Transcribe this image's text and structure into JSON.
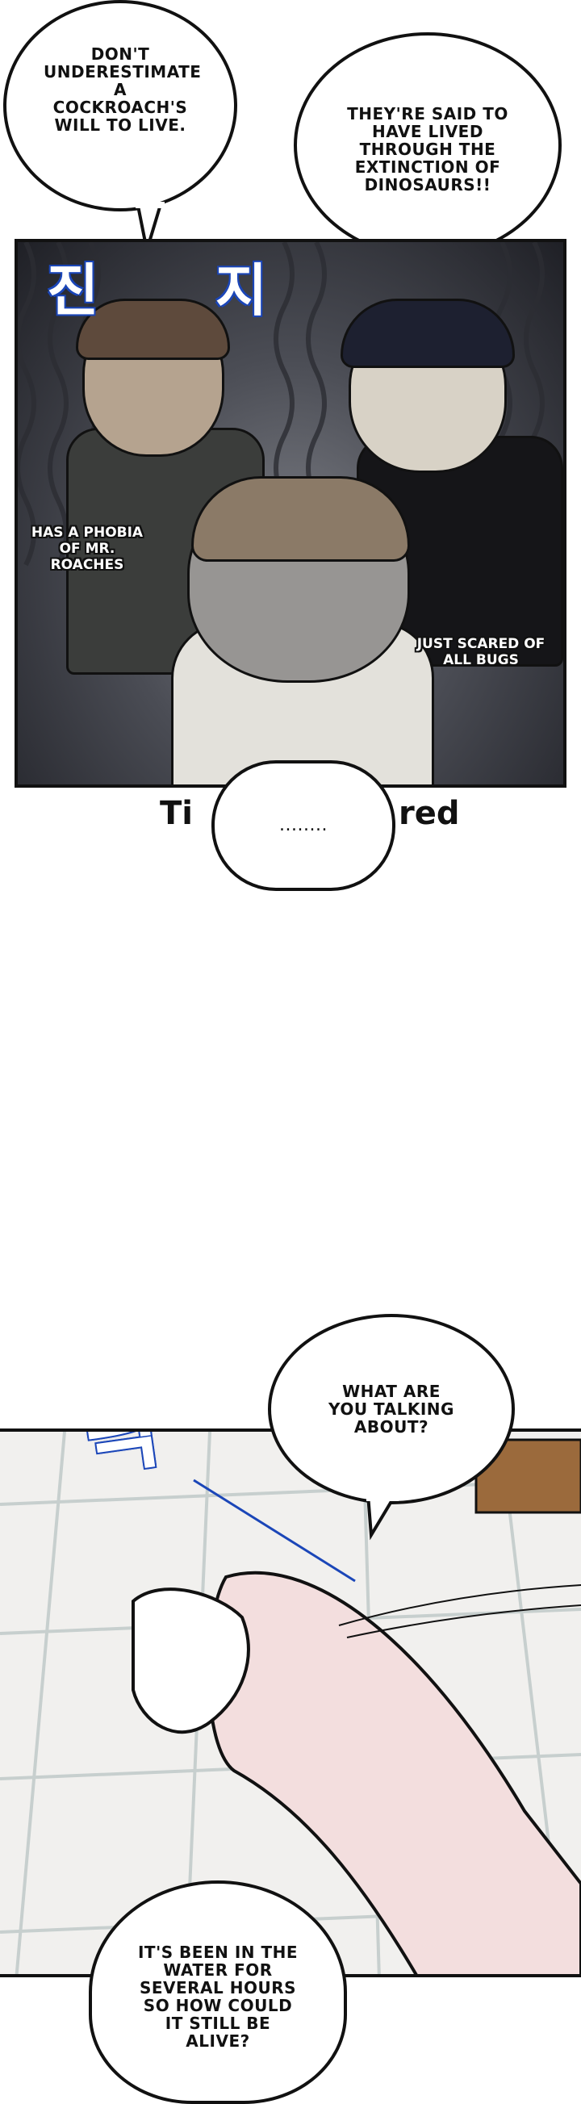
{
  "bubbles": {
    "b1": "DON'T UNDERESTIMATE A COCKROACH'S WILL TO LIVE.",
    "b2": "THEY'RE SAID TO HAVE LIVED THROUGH THE EXTINCTION OF DINOSAURS!!",
    "b3": "WHAT ARE YOU TALKING ABOUT?",
    "b4": "IT'S BEEN IN THE WATER FOR SEVERAL HOURS SO HOW COULD IT STILL BE ALIVE?"
  },
  "notes": {
    "n1": "HAS A PHOBIA OF MR. ROACHES",
    "n2": "JUST SCARED OF ALL BUGS"
  },
  "sfx": {
    "s1": "진 지",
    "s2": "탁"
  },
  "title": {
    "left": "Ti",
    "right": "red",
    "ellipsis": "........"
  }
}
